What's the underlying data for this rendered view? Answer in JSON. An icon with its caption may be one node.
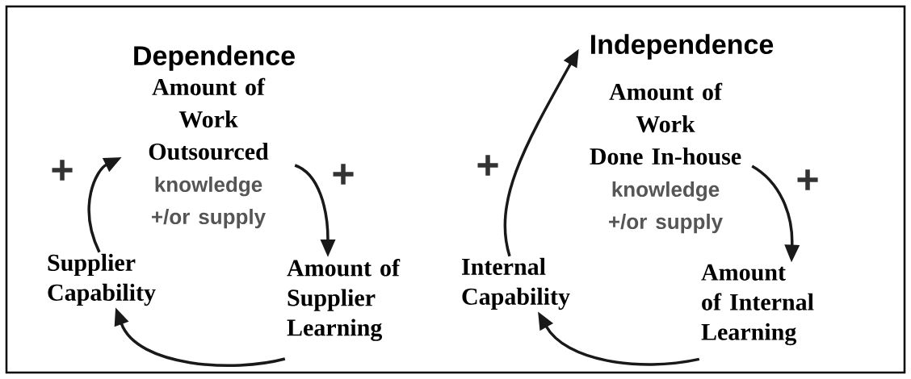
{
  "diagram": {
    "nodes": [
      {
        "text": [
          "Amount of Work Outsourced",
          "knowledge +/or supply"
        ]
      },
      {
        "text": [
          "Amount of Supplier Learning"
        ]
      },
      {
        "text": [
          "Supplier Capability"
        ]
      },
      {
        "text": [
          "Amount of Work Done In-house",
          "knowledge +/or supply"
        ]
      },
      {
        "text": [
          "Amount of Internal Learning"
        ]
      },
      {
        "text": [
          "Internal Capability"
        ]
      }
    ],
    "edges": [
      {
        "from": 0,
        "to": 1,
        "arrow": "to",
        "label": "+"
      },
      {
        "from": 1,
        "to": 2,
        "arrow": "to"
      },
      {
        "from": 2,
        "to": 0,
        "arrow": "to",
        "label": "+"
      },
      {
        "from": 3,
        "to": 4,
        "arrow": "to",
        "label": "+"
      },
      {
        "from": 4,
        "to": 5,
        "arrow": "to"
      },
      {
        "from": 5,
        "to": 3,
        "arrow": "to",
        "label": "+"
      }
    ],
    "labels": [
      "Dependence",
      "Independence"
    ]
  }
}
